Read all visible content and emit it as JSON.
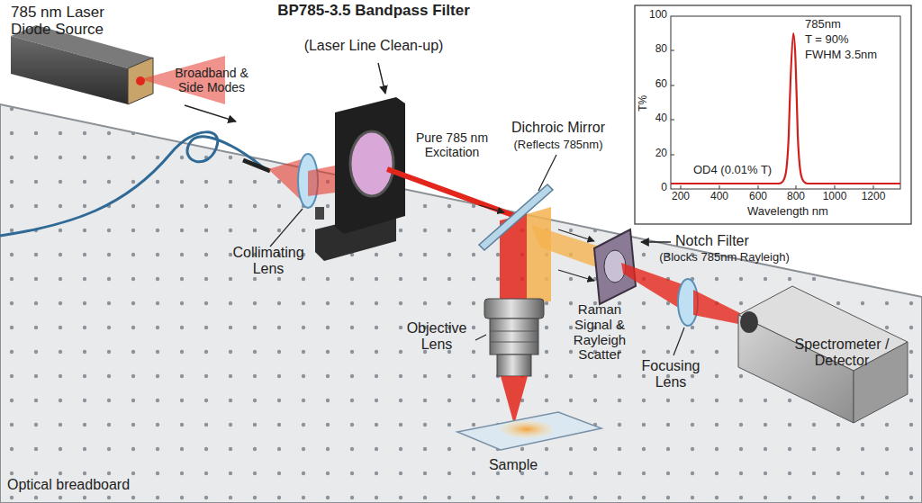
{
  "diagram": {
    "labels": [
      "785 nm Laser Diode Source",
      "Broadband & Side Modes",
      "BP785-3.5 Bandpass Filter",
      "(Laser Line Clean-up)",
      "Pure 785 nm Excitation",
      "Dichroic Mirror",
      "(Reflects 785nm)",
      "Notch Filter",
      "(Blocks 785nm Rayleigh)",
      "Collimating Lens",
      "Objective Lens",
      "Raman Signal & Rayleigh Scatter",
      "Focusing Lens",
      "Spectrometer / Detector",
      "Sample",
      "Optical breadboard",
      "100",
      "80",
      "60",
      "40",
      "20",
      "0",
      "200",
      "400",
      "600",
      "800",
      "1000",
      "1200",
      "T%",
      "Wavelength nm",
      "785nm",
      "T = 90%",
      "FWHM 3.5nm",
      "OD4 (0.01% T)"
    ]
  }
}
